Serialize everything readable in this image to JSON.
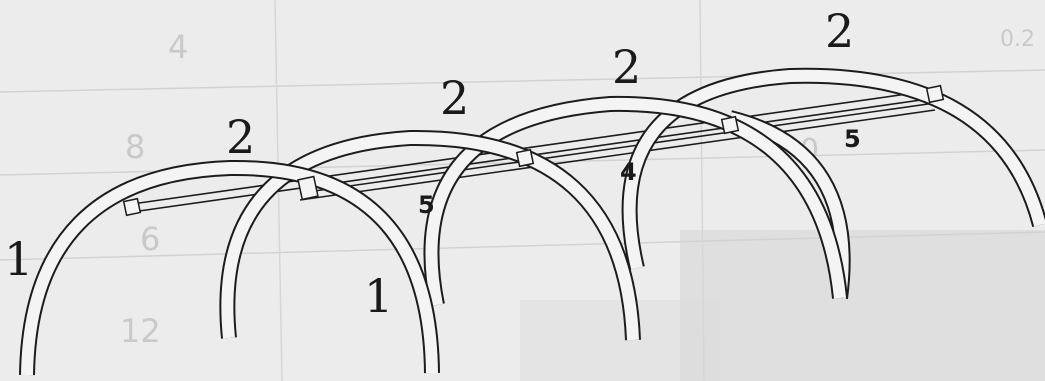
{
  "colors": {
    "paper": "#ececec",
    "tube_fill": "#f4f4f4",
    "stroke": "#1c1c1c",
    "shadow": "#bdbdbd"
  },
  "labels": {
    "arch_end_left": "1",
    "arch_end_mid": "1",
    "top_1": "2",
    "top_2": "2",
    "top_3": "2",
    "top_4": "2",
    "bar_a": "5",
    "bar_b": "4",
    "bar_c": "5"
  },
  "background_marks": {
    "m1": "4",
    "m2": "8",
    "m3": "6",
    "m4": "12",
    "m5": "0.2",
    "m6": "0"
  }
}
